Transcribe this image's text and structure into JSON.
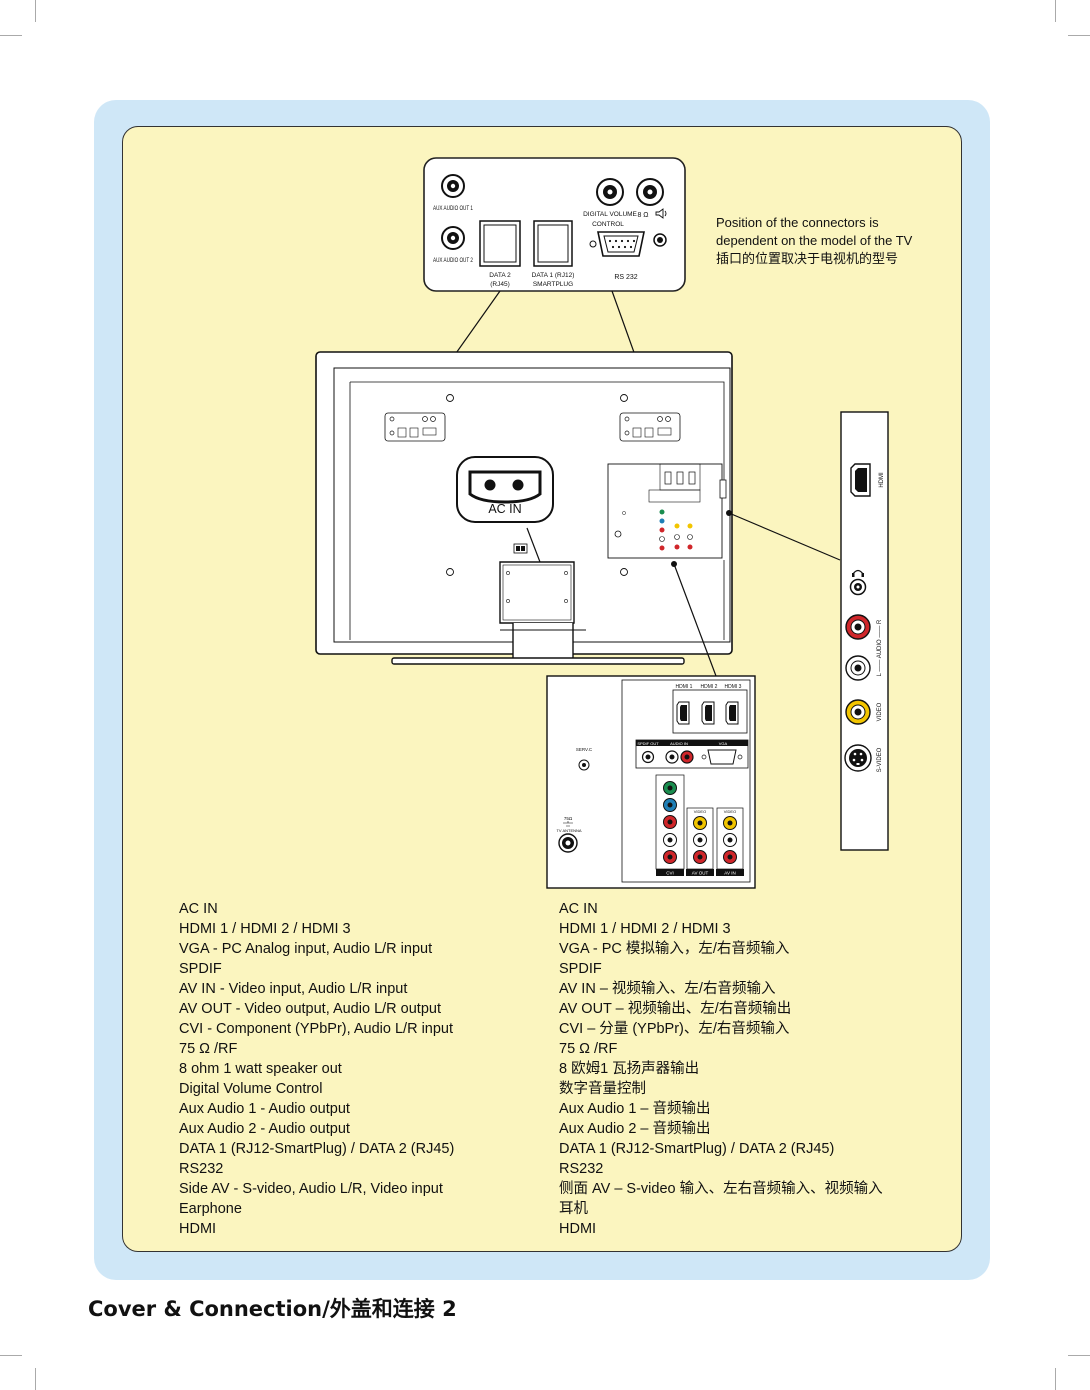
{
  "footer_title": "Cover & Connection/外盖和连接 2",
  "note": {
    "en": "Position of the connectors is dependent on the model of the TV",
    "zh": "插口的位置取决于电视机的型号"
  },
  "top_panel": {
    "aux_audio_out_1": "AUX AUDIO OUT 1",
    "aux_audio_out_2": "AUX AUDIO OUT 2",
    "data2_line1": "DATA 2",
    "data2_line2": "(RJ45)",
    "data1_line1": "DATA 1 (RJ12)",
    "data1_line2": "SMARTPLUG",
    "digital_volume_line1": "DIGITAL VOLUME",
    "digital_volume_line2": "CONTROL",
    "speaker_label": "8 Ω",
    "rs232": "RS 232"
  },
  "tv": {
    "ac_in": "AC IN"
  },
  "side_panel": {
    "hdmi": "HDMI",
    "audio": "L —— AUDIO —— R",
    "video": "VIDEO",
    "svideo": "S-VIDEO"
  },
  "detail_panel": {
    "hdmi1": "HDMI 1",
    "hdmi2": "HDMI 2",
    "hdmi3": "HDMI 3",
    "spdif_out": "SPDIF OUT",
    "audio_in": "AUDIO IN",
    "vga": "VGA",
    "service": "SERV.C",
    "antenna_75": "75Ω",
    "tv_antenna": "TV ANTENNA",
    "video1": "VIDEO",
    "video2": "VIDEO",
    "cvi": "CVI",
    "av_out": "AV OUT",
    "av_in": "AV IN"
  },
  "list_en": [
    "AC IN",
    "HDMI 1 / HDMI 2 / HDMI 3",
    "VGA - PC Analog input, Audio L/R input",
    "SPDIF",
    "AV IN - Video input, Audio L/R input",
    "AV OUT - Video output, Audio L/R output",
    "CVI - Component (YPbPr), Audio L/R input",
    "75 Ω /RF",
    "8 ohm 1 watt speaker out",
    "Digital Volume Control",
    "Aux Audio 1 - Audio output",
    "Aux Audio 2 - Audio output",
    "DATA 1 (RJ12-SmartPlug) / DATA 2 (RJ45)",
    "RS232",
    "Side AV - S-video, Audio L/R, Video input",
    "Earphone",
    "HDMI"
  ],
  "list_zh": [
    "AC IN",
    "HDMI 1 / HDMI 2 / HDMI 3",
    "VGA - PC 模拟输入，左/右音频输入",
    "SPDIF",
    "AV IN – 视频输入、左/右音频输入",
    "AV OUT – 视频输出、左/右音频输出",
    "CVI – 分量 (YPbPr)、左/右音频输入",
    "75 Ω /RF",
    "8 欧姆1 瓦扬声器输出",
    "数字音量控制",
    "Aux Audio 1 – 音频输出",
    "Aux Audio 2 – 音频输出",
    "DATA 1 (RJ12-SmartPlug) / DATA 2 (RJ45)",
    "RS232",
    "侧面 AV – S-video 输入、左右音频输入、视频输入",
    "耳机",
    "HDMI"
  ]
}
